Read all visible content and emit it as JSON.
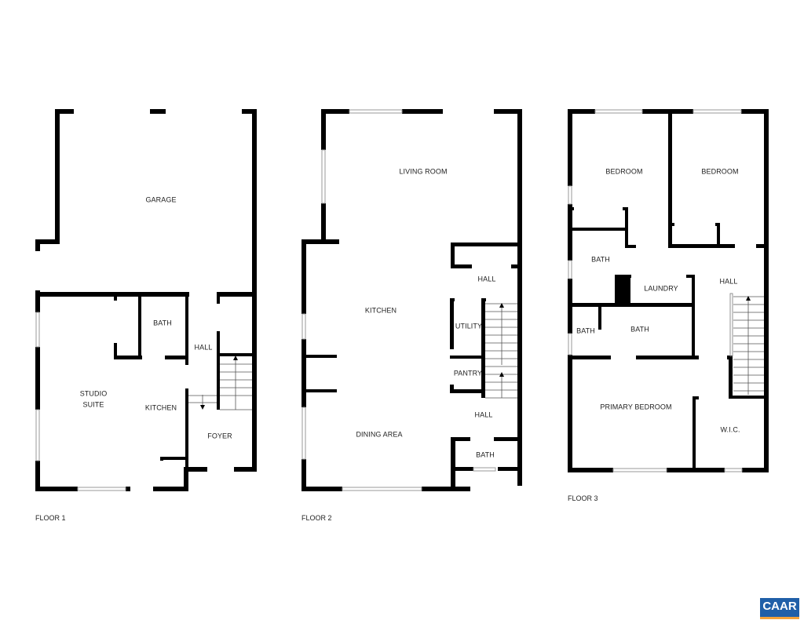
{
  "floors": [
    {
      "title": "FLOOR 1",
      "rooms": [
        "GARAGE",
        "BATH",
        "HALL",
        "STUDIO",
        "SUITE",
        "KITCHEN",
        "FOYER"
      ]
    },
    {
      "title": "FLOOR 2",
      "rooms": [
        "LIVING ROOM",
        "HALL",
        "KITCHEN",
        "UTILITY",
        "PANTRY",
        "HALL",
        "DINING AREA",
        "BATH"
      ]
    },
    {
      "title": "FLOOR 3",
      "rooms": [
        "BEDROOM",
        "BEDROOM",
        "BATH",
        "LAUNDRY",
        "HALL",
        "BATH",
        "BATH",
        "PRIMARY BEDROOM",
        "W.I.C."
      ]
    }
  ],
  "logo": {
    "text": "CAAR",
    "bg_color": "#1f5fa8",
    "accent_color": "#f2a23a"
  },
  "colors": {
    "wall": "#000000",
    "background": "#ffffff"
  }
}
